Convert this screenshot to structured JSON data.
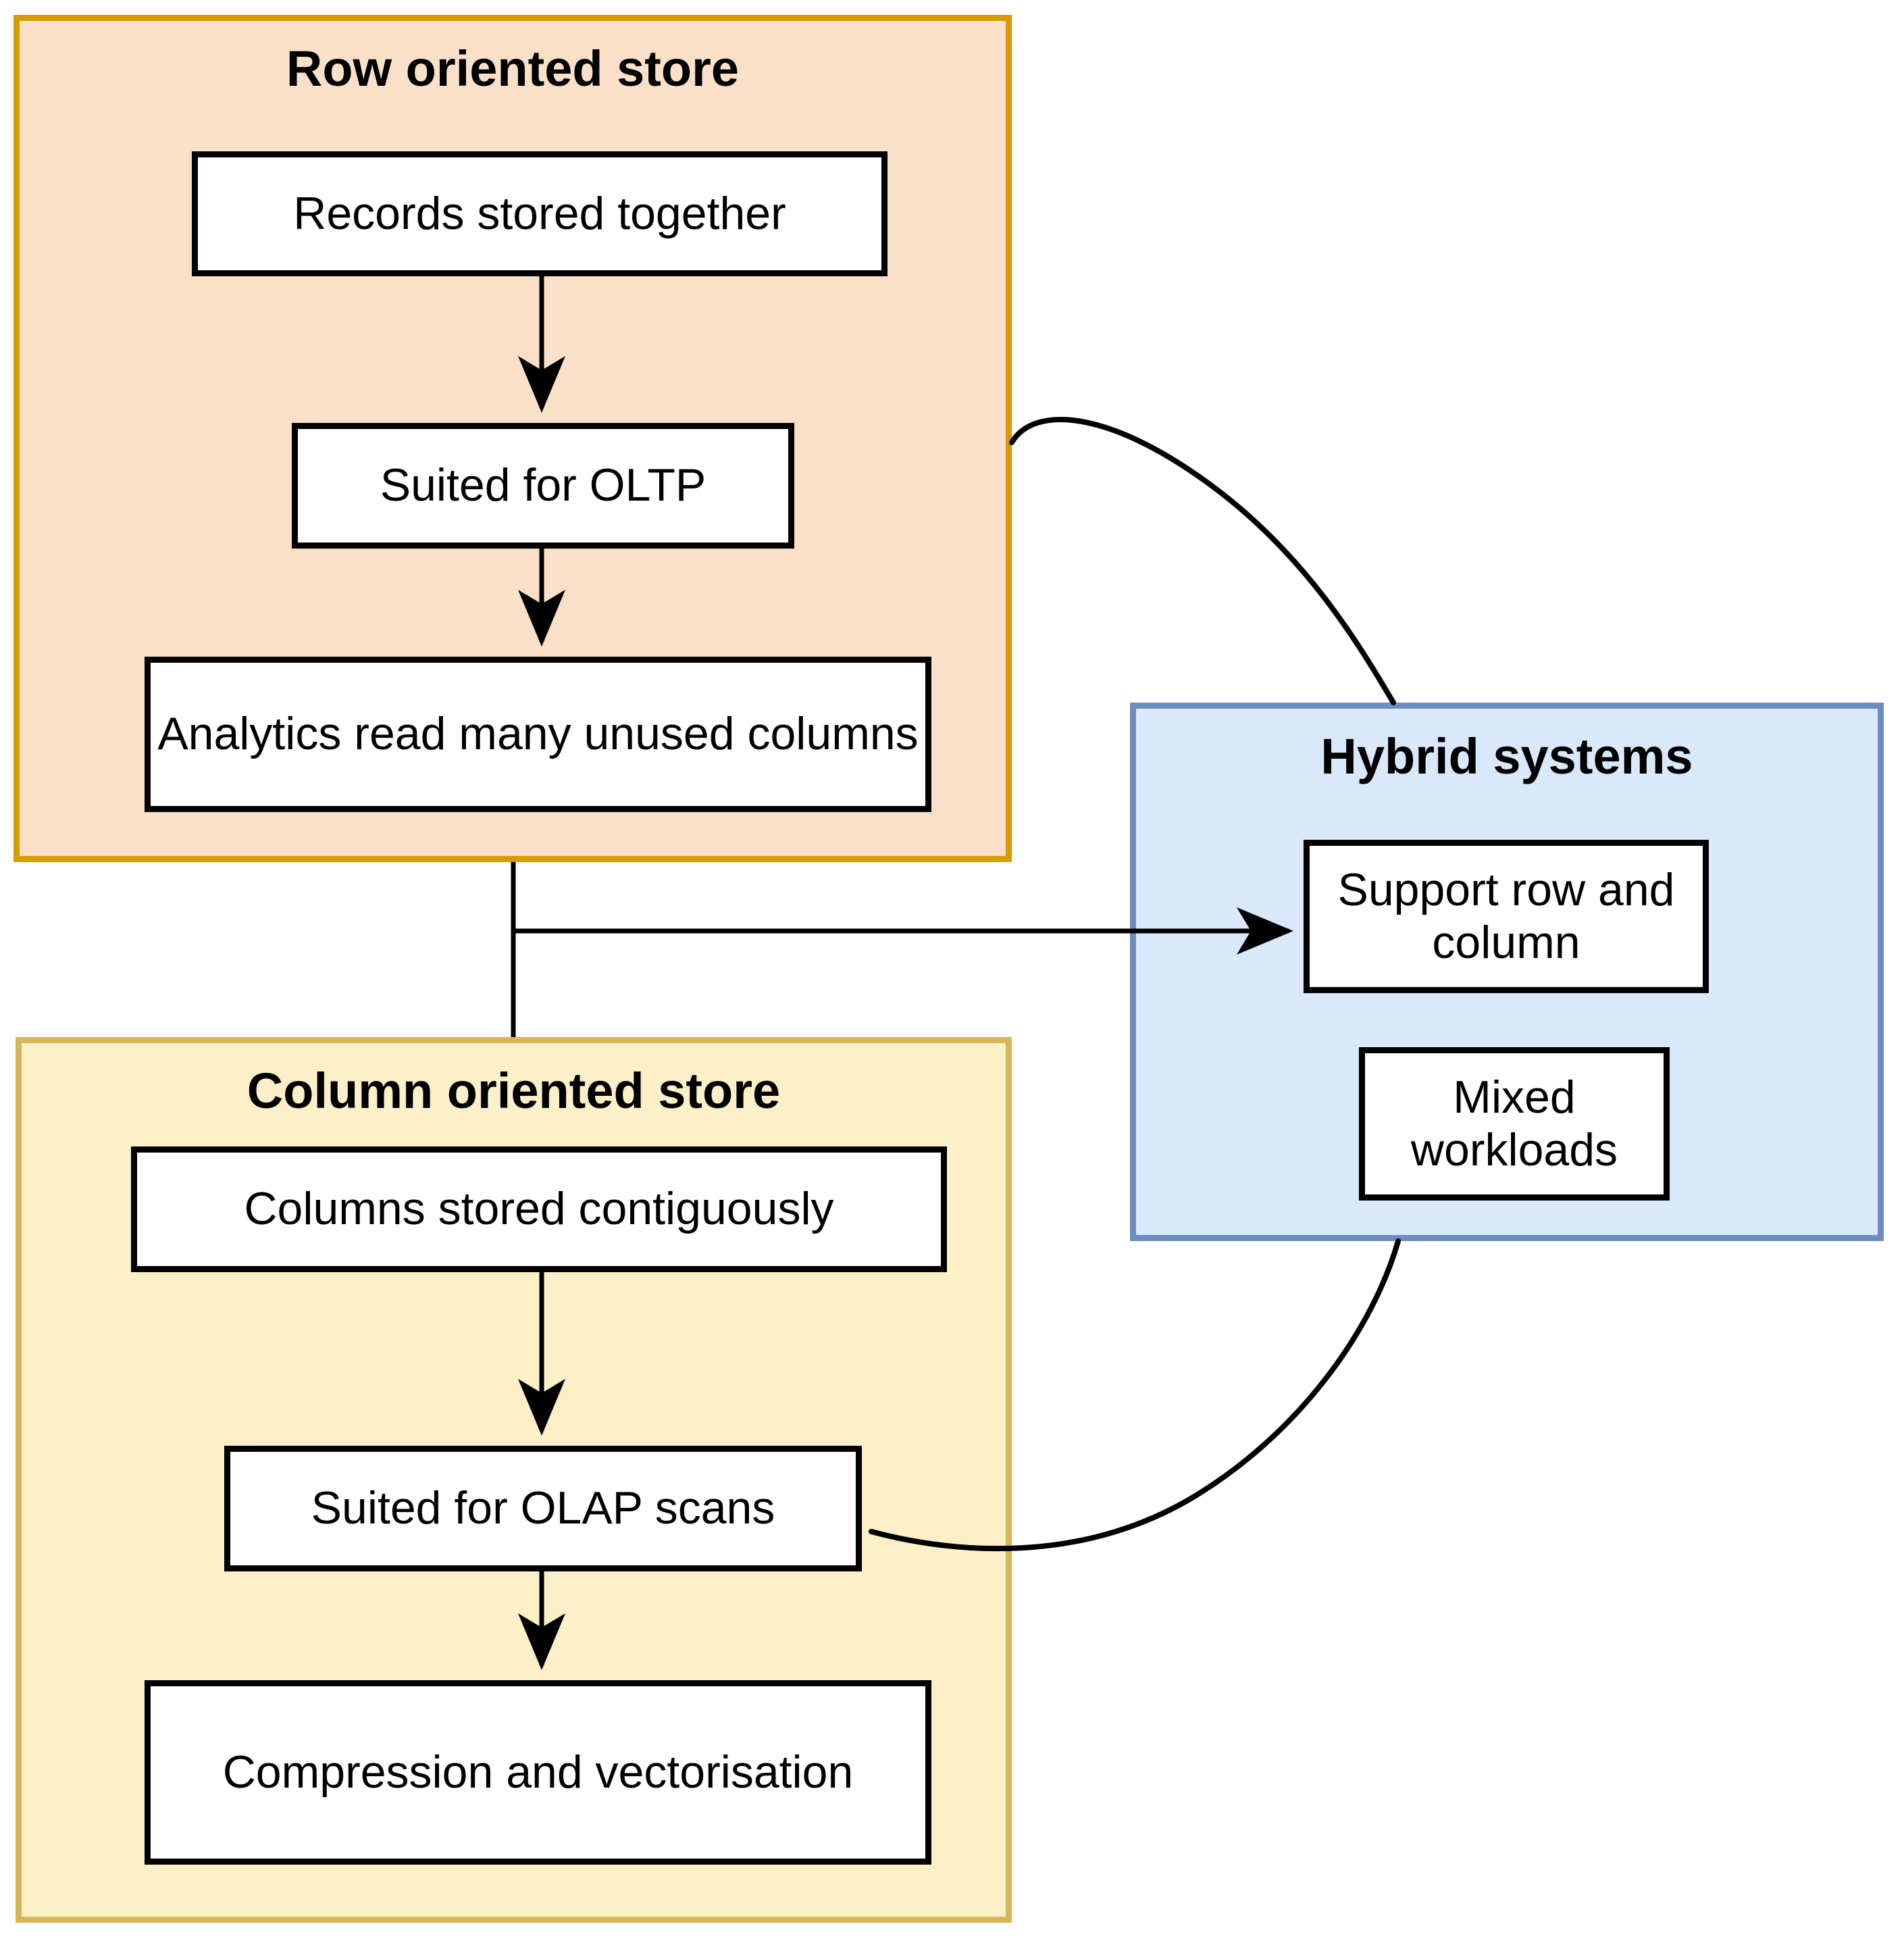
{
  "diagram": {
    "title": "Row oriented store vs Column oriented store vs Hybrid systems",
    "colors": {
      "row_group_fill": "#fae0c8",
      "row_group_border": "#d79b00",
      "column_group_fill": "#fdefc8",
      "column_group_border": "#d6b656",
      "hybrid_group_fill": "#dae8fc",
      "hybrid_group_border": "#6c8ebf",
      "node_fill": "#ffffff",
      "node_border": "#000000",
      "edge": "#000000",
      "text": "#000000"
    },
    "groups": [
      {
        "id": "row-oriented-store",
        "title": "Row oriented store",
        "nodes": [
          {
            "id": "records-stored-together",
            "label": "Records stored together"
          },
          {
            "id": "suited-for-oltp",
            "label": "Suited for OLTP"
          },
          {
            "id": "analytics-read-many-unused-columns",
            "label": "Analytics read many unused columns"
          }
        ]
      },
      {
        "id": "column-oriented-store",
        "title": "Column oriented store",
        "nodes": [
          {
            "id": "columns-stored-contiguously",
            "label": "Columns stored contiguously"
          },
          {
            "id": "suited-for-olap-scans",
            "label": "Suited for OLAP scans"
          },
          {
            "id": "compression-and-vectorisation",
            "label": "Compression and vectorisation"
          }
        ]
      },
      {
        "id": "hybrid-systems",
        "title": "Hybrid systems",
        "nodes": [
          {
            "id": "support-row-and-column",
            "label": "Support row and column"
          },
          {
            "id": "mixed-workloads",
            "label": "Mixed workloads"
          }
        ]
      }
    ],
    "edges": [
      {
        "id": "edge-records-to-oltp",
        "from": "records-stored-together",
        "to": "suited-for-oltp",
        "style": "straight-arrow"
      },
      {
        "id": "edge-oltp-to-analytics",
        "from": "suited-for-oltp",
        "to": "analytics-read-many-unused-columns",
        "style": "straight-arrow"
      },
      {
        "id": "edge-columns-to-olap",
        "from": "columns-stored-contiguously",
        "to": "suited-for-olap-scans",
        "style": "straight-arrow"
      },
      {
        "id": "edge-olap-to-compression",
        "from": "suited-for-olap-scans",
        "to": "compression-and-vectorisation",
        "style": "straight-arrow"
      },
      {
        "id": "edge-row-group-to-hybrid",
        "from": "row-oriented-store",
        "to": "hybrid-systems",
        "style": "curve"
      },
      {
        "id": "edge-stores-to-support-row-and-column",
        "from": "column-oriented-store",
        "to": "support-row-and-column",
        "style": "elbow-arrow"
      },
      {
        "id": "edge-hybrid-to-olap",
        "from": "hybrid-systems",
        "to": "suited-for-olap-scans",
        "style": "curve"
      }
    ]
  }
}
